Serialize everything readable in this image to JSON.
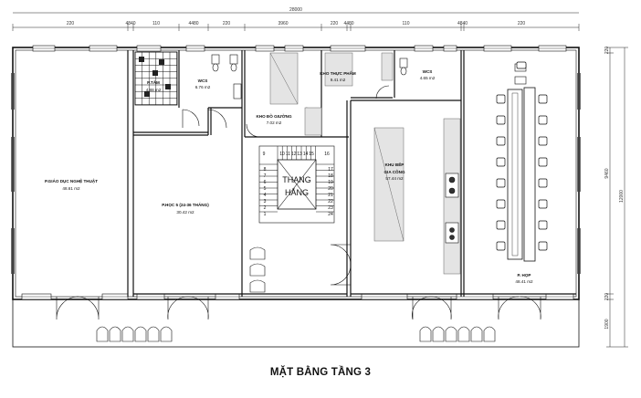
{
  "caption": "MẶT BẰNG TẦNG 3",
  "dimensions": {
    "total": "28000",
    "top": [
      "220",
      "4840",
      "110",
      "4480",
      "220",
      "3960",
      "220",
      "4480",
      "110",
      "4840",
      "220"
    ],
    "right": [
      "220",
      "9460",
      "220",
      "1900"
    ],
    "right_total": "12000"
  },
  "rooms": {
    "art": {
      "name": "P.GIÁO DỤC NGHỆ THUẬT",
      "area": "48.61 m2"
    },
    "class": {
      "name": "P.HỌC 5 (24-36 THÁNG)",
      "area": "30.42 m2"
    },
    "shower": {
      "name": "P.TẮM",
      "area": "4.88 m2"
    },
    "wc1": {
      "name": "WCS",
      "area": "6.76 m2"
    },
    "bedding": {
      "name": "KHO ĐỒ GIƯỜNG",
      "area": "7.02 m2"
    },
    "food": {
      "name": "KHO THỰC PHẨM",
      "area": "9.41 m2"
    },
    "wc2": {
      "name": "WCS",
      "area": "4.65 m2"
    },
    "kitchen": {
      "name1": "KHU BẾP",
      "name2": "GIA CÔNG",
      "area": "57.44 m2"
    },
    "meeting": {
      "name": "P. HỌP",
      "area": "48.41 m2"
    }
  },
  "stair": {
    "label1": "THANG",
    "label2": "HẮNG",
    "top_steps": [
      "9",
      "10",
      "11",
      "12",
      "13",
      "14",
      "15",
      "16"
    ],
    "left_steps": [
      "8",
      "7",
      "6",
      "5",
      "4",
      "3",
      "2",
      "1"
    ],
    "right_steps": [
      "17",
      "18",
      "19",
      "20",
      "21",
      "22",
      "23",
      "24"
    ]
  }
}
